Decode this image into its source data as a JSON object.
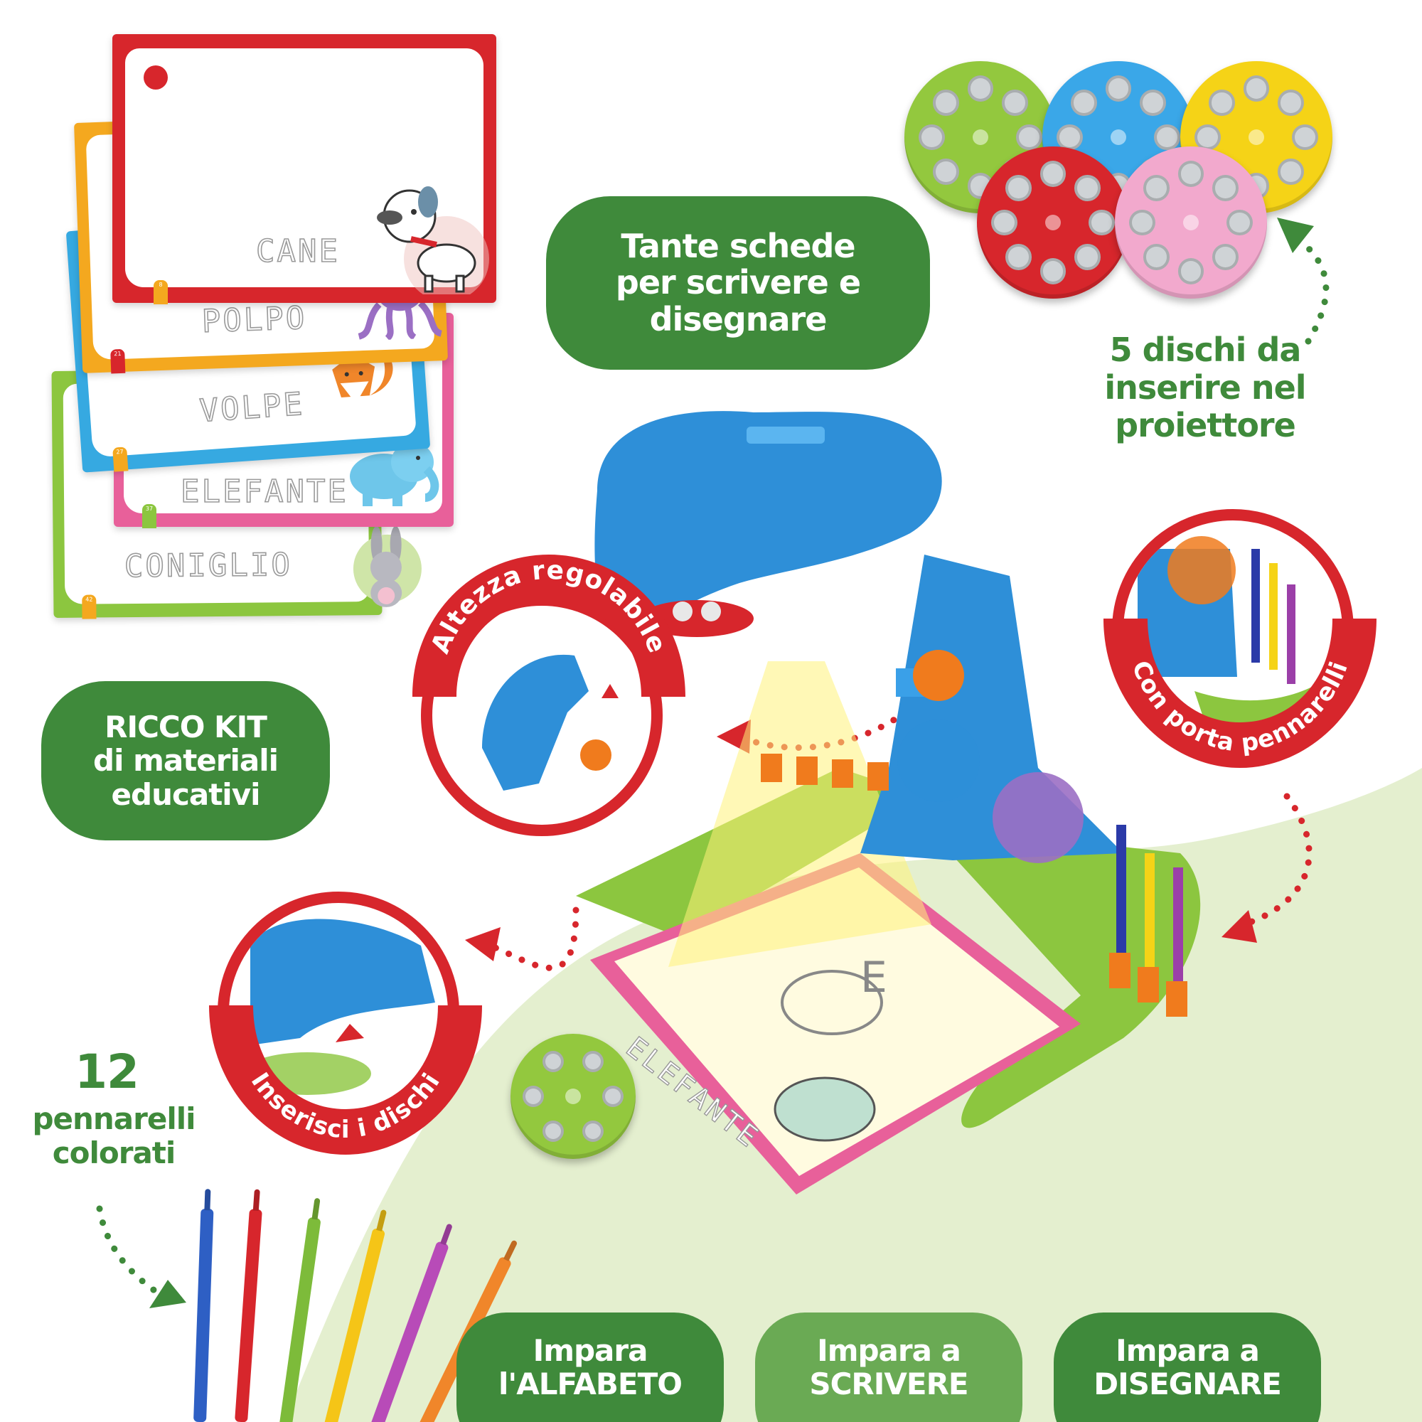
{
  "colors": {
    "green_pill": "#3f8a3b",
    "red_arc": "#d7262c",
    "blue_projector": "#2e8fd8",
    "lime_base": "#8cc63f",
    "orange_accent": "#f07b1d",
    "light_green_bg": "#e4efcf"
  },
  "cards": [
    {
      "word": "CANE",
      "number": "8",
      "border_color": "#d7262c"
    },
    {
      "word": "POLPO",
      "number": "21",
      "border_color": "#f4a81f"
    },
    {
      "word": "VOLPE",
      "number": "27",
      "border_color": "#36a9e1"
    },
    {
      "word": "ELEFANTE",
      "number": "37",
      "border_color": "#e8609a"
    },
    {
      "word": "CONIGLIO",
      "number": "42",
      "border_color": "#8cc63f"
    }
  ],
  "callouts": {
    "tante_schede": "Tante schede\nper scrivere e\ndisegnare",
    "dischi": "5 dischi da\ninserire nel\nproiettore",
    "ricco_kit": "RICCO KIT\ndi materiali\neducativi",
    "pennarelli_count": "12",
    "pennarelli_text": "pennarelli\ncolorati"
  },
  "badges": {
    "altezza": "Altezza regolabile",
    "porta": "Con porta pennarelli",
    "inserisci": "Inserisci i dischi"
  },
  "bottom_buttons": [
    {
      "line1": "Impara",
      "line2": "l'ALFABETO"
    },
    {
      "line1": "Impara a",
      "line2": "SCRIVERE"
    },
    {
      "line1": "Impara a",
      "line2": "DISEGNARE"
    }
  ],
  "projected_sheet": {
    "letter": "E",
    "word": "ELEFANTE"
  },
  "icons": [
    "dog-icon",
    "octopus-icon",
    "fox-icon",
    "elephant-icon",
    "rabbit-icon",
    "projector-icon",
    "marker-icon",
    "disc-icon",
    "arrow-icon"
  ]
}
